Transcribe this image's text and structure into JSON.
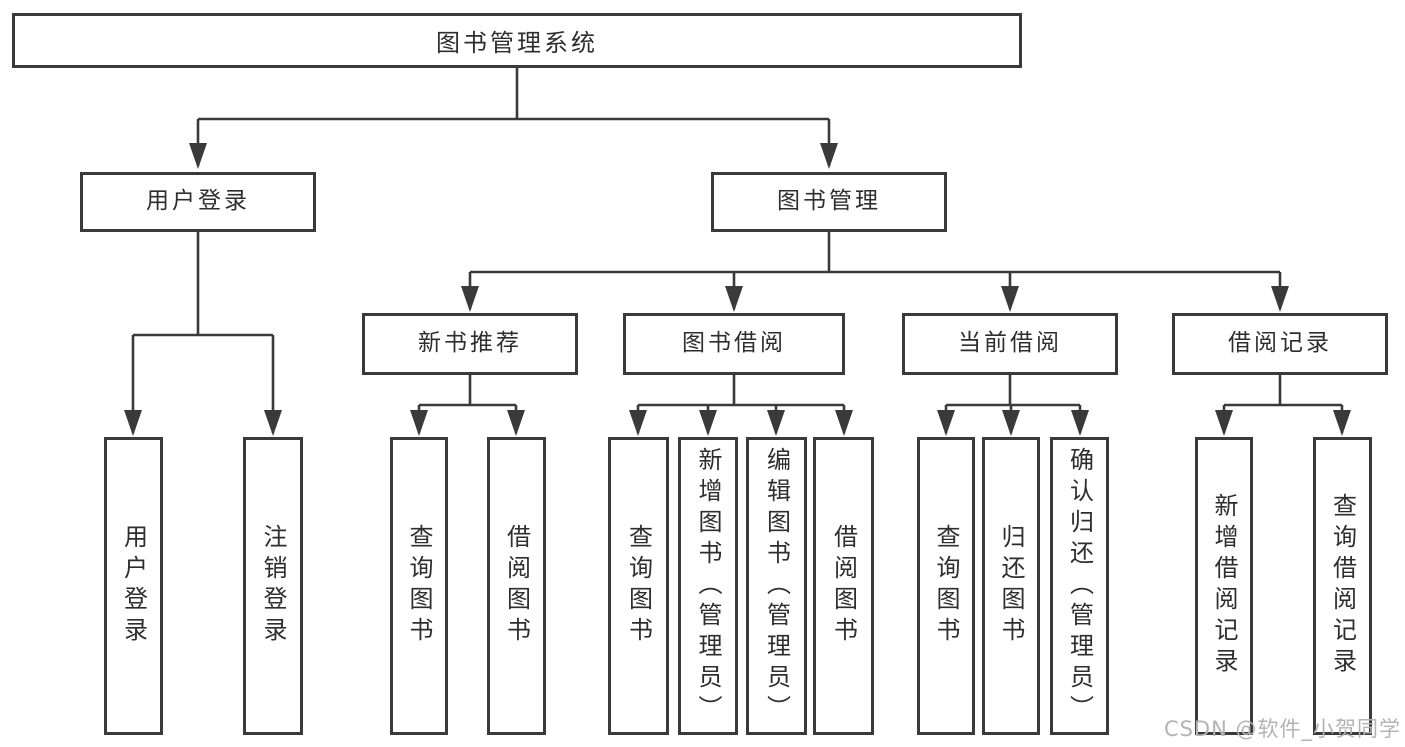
{
  "diagram": {
    "type": "hierarchy-tree",
    "tree": {
      "label": "图书管理系统",
      "children": [
        {
          "label": "用户登录",
          "children": [
            {
              "label": "用户登录"
            },
            {
              "label": "注销登录"
            }
          ]
        },
        {
          "label": "图书管理",
          "children": [
            {
              "label": "新书推荐",
              "children": [
                {
                  "label": "查询图书"
                },
                {
                  "label": "借阅图书"
                }
              ]
            },
            {
              "label": "图书借阅",
              "children": [
                {
                  "label": "查询图书"
                },
                {
                  "label": "新增图书（管理员）"
                },
                {
                  "label": "编辑图书（管理员）"
                },
                {
                  "label": "借阅图书"
                }
              ]
            },
            {
              "label": "当前借阅",
              "children": [
                {
                  "label": "查询图书"
                },
                {
                  "label": "归还图书"
                },
                {
                  "label": "确认归还（管理员）"
                }
              ]
            },
            {
              "label": "借阅记录",
              "children": [
                {
                  "label": "新增借阅记录"
                },
                {
                  "label": "查询借阅记录"
                }
              ]
            }
          ]
        }
      ]
    },
    "watermark": "CSDN @软件_小贺同学",
    "colors": {
      "background": "#ffffff",
      "line": "#3a3a3a",
      "box_border": "#3a3a3a",
      "text": "#2e2e2e",
      "watermark": "#b3b3b3"
    }
  }
}
